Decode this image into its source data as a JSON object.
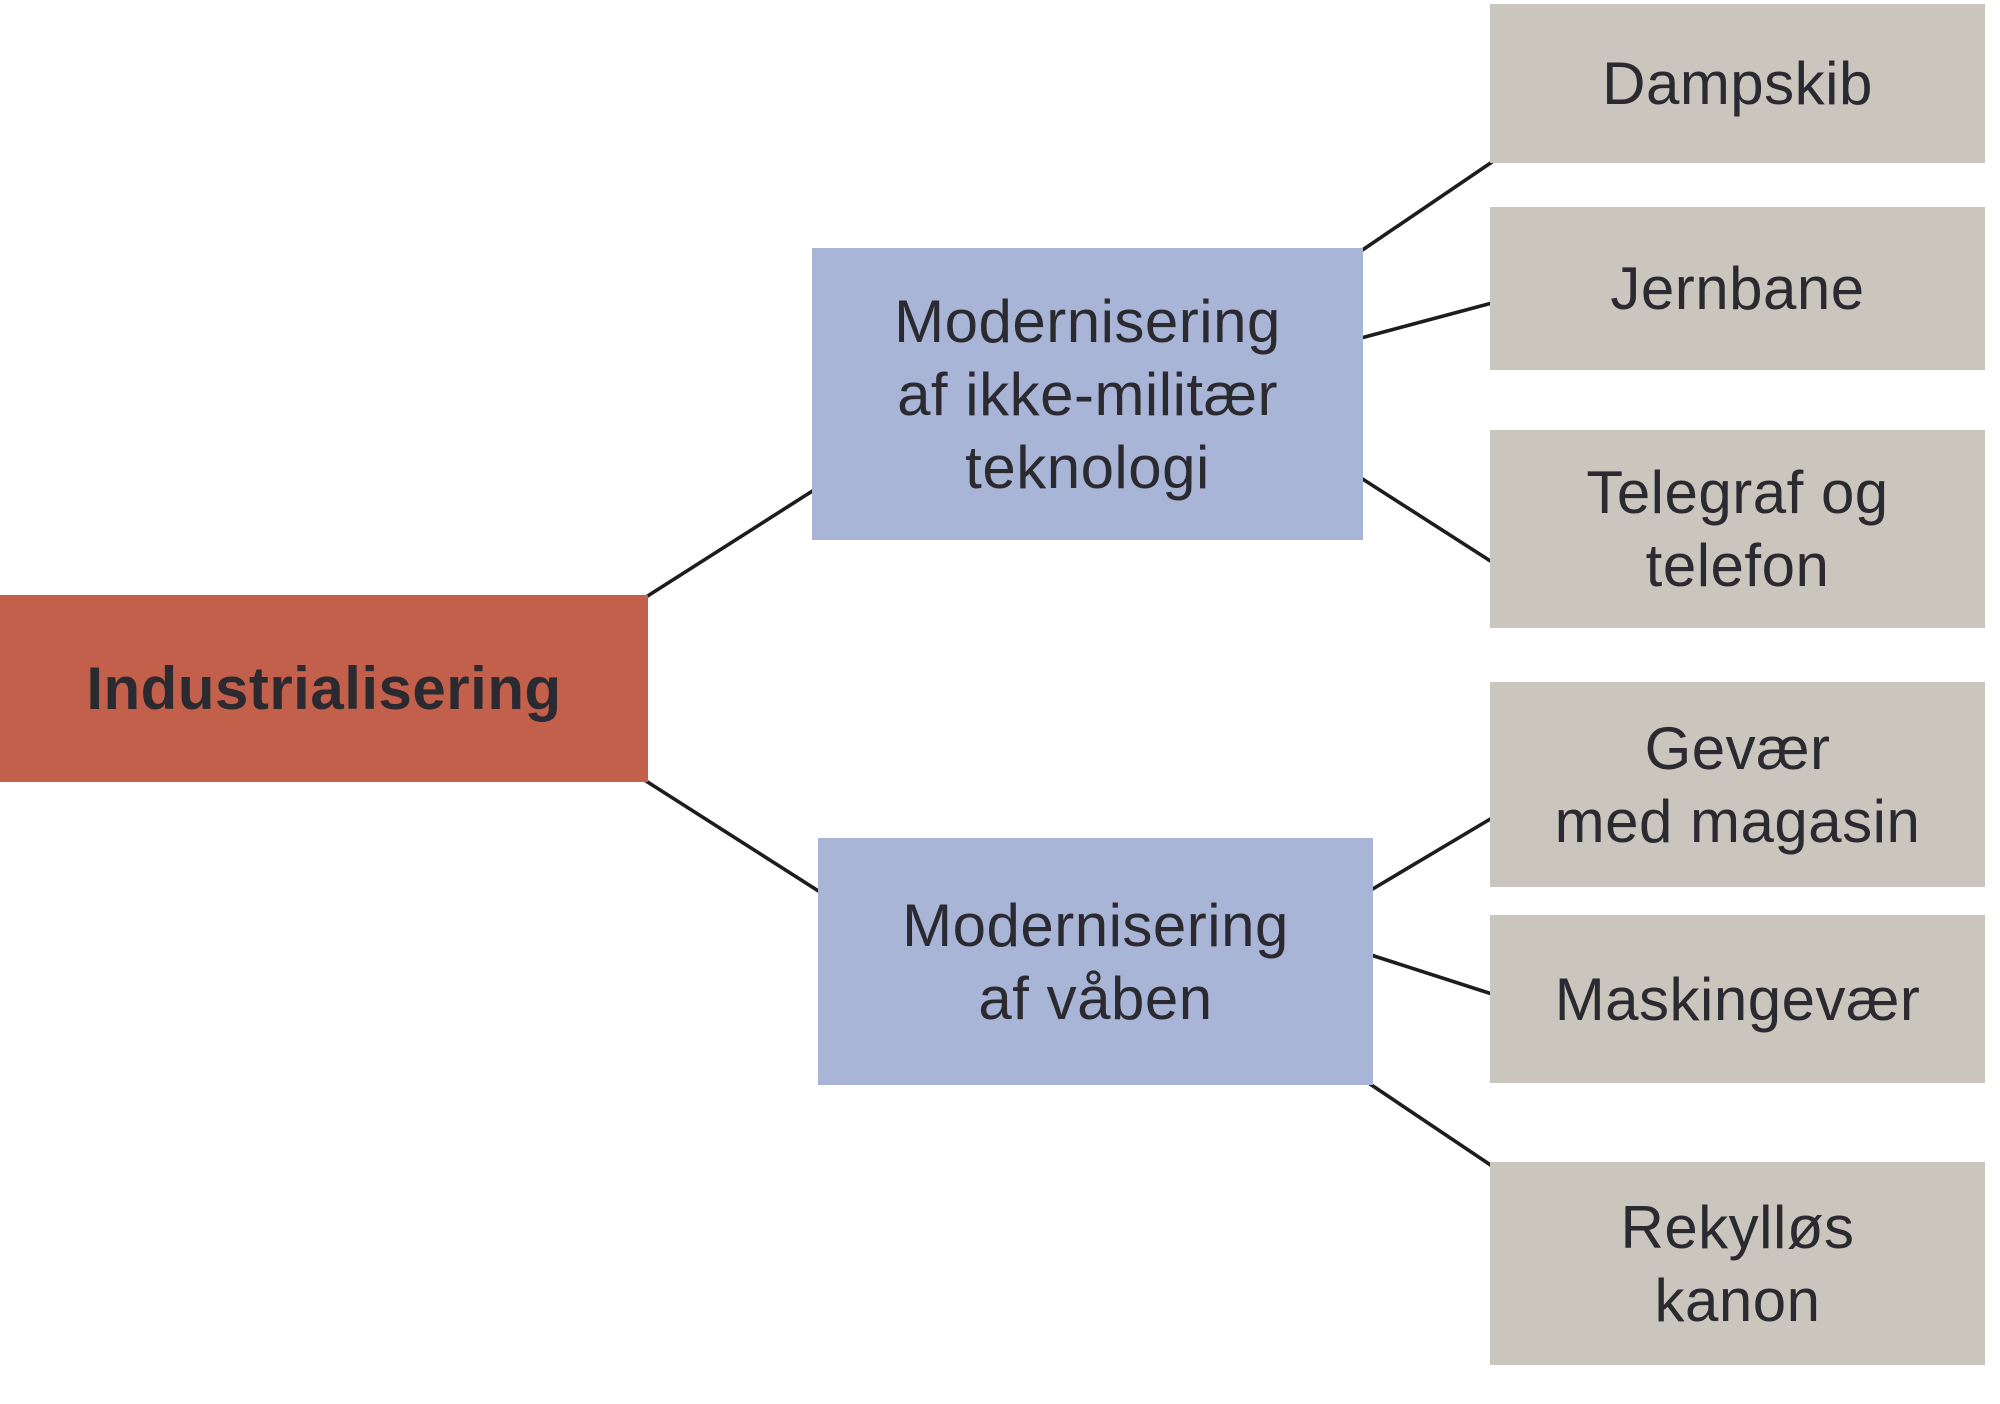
{
  "diagram": {
    "title": "Industrialisering mind map",
    "colors": {
      "root_fill": "#c2604c",
      "branch_fill": "#a9b5d6",
      "leaf_fill": "#cac5bd",
      "connector_line": "#1d1d1d",
      "text": "#2b2a30",
      "background": "#ffffff"
    },
    "tree": {
      "root": {
        "label": "Industrialisering"
      },
      "branches": [
        {
          "id": "modernisering-ikke-militaer-teknologi",
          "lines": [
            "Modernisering",
            "af ikke-militær",
            "teknologi"
          ]
        },
        {
          "id": "modernisering-af-vaaben",
          "lines": [
            "Modernisering",
            "af våben"
          ]
        }
      ],
      "leaves": [
        {
          "id": "dampskib",
          "parent": "modernisering-ikke-militaer-teknologi",
          "lines": [
            "Dampskib"
          ]
        },
        {
          "id": "jernbane",
          "parent": "modernisering-ikke-militaer-teknologi",
          "lines": [
            "Jernbane"
          ]
        },
        {
          "id": "telegraf-og-telefon",
          "parent": "modernisering-ikke-militaer-teknologi",
          "lines": [
            "Telegraf og",
            "telefon"
          ]
        },
        {
          "id": "gevaer-med-magasin",
          "parent": "modernisering-af-vaaben",
          "lines": [
            "Gevær",
            "med magasin"
          ]
        },
        {
          "id": "maskingevaer",
          "parent": "modernisering-af-vaaben",
          "lines": [
            "Maskingevær"
          ]
        },
        {
          "id": "rekylloes-kanon",
          "parent": "modernisering-af-vaaben",
          "lines": [
            "Rekylløs",
            "kanon"
          ]
        }
      ]
    }
  }
}
